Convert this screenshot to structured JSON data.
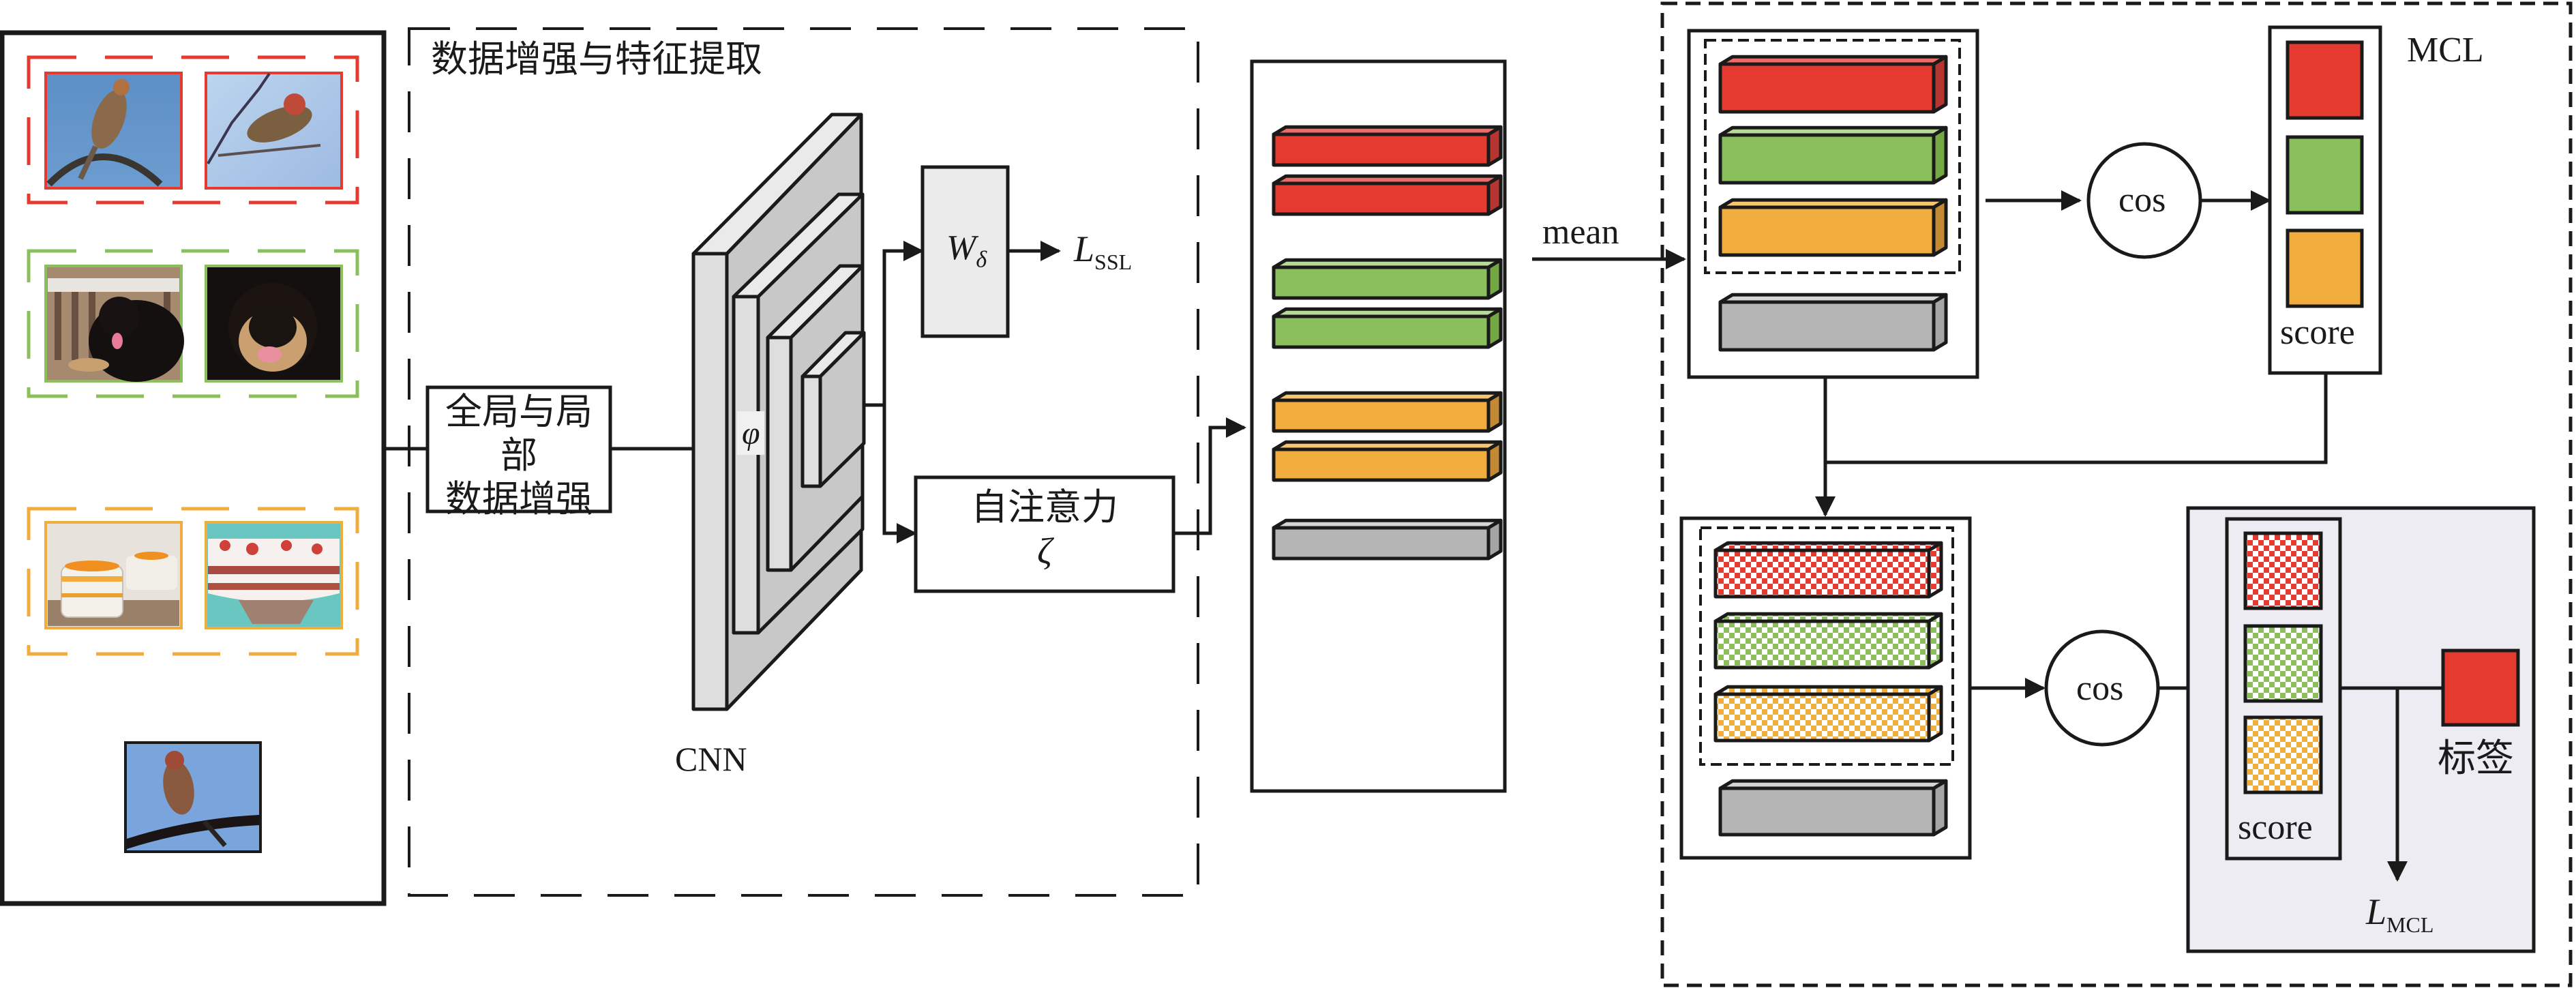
{
  "section_titles": {
    "augment_extract": "数据增强与特征提取",
    "mcl": "MCL"
  },
  "input_panel": {
    "groups": [
      {
        "name": "bird-pair",
        "color": "#E53A30",
        "images": [
          "bird-on-branch-arch",
          "bird-on-twig"
        ]
      },
      {
        "name": "dog-pair",
        "color": "#8BBF5C",
        "images": [
          "dog-lying",
          "dog-face"
        ]
      },
      {
        "name": "dessert-pair",
        "color": "#F0AC3C",
        "images": [
          "dessert-cups",
          "trifle-cake"
        ]
      }
    ],
    "query_image": "bird-on-wire"
  },
  "augment_box": {
    "line1": "全局与局部",
    "line2": "数据增强"
  },
  "cnn": {
    "label": "CNN",
    "symbol": "φ"
  },
  "projection": {
    "symbol": "W",
    "subscript": "δ",
    "loss": "L",
    "loss_sub": "SSL"
  },
  "attention": {
    "label": "自注意力",
    "symbol": "ζ"
  },
  "mean_label": "mean",
  "cos_top": "cos",
  "cos_bottom": "cos",
  "score_top": "score",
  "score_bottom": "score",
  "label_text": "标签",
  "mcl_loss": {
    "symbol": "L",
    "sub": "MCL"
  },
  "colors": {
    "red": "#E53A30",
    "red_top": "#EE6B67",
    "red_side": "#B73530",
    "green": "#8BBF5C",
    "green_top": "#B7D99A",
    "green_side": "#74A844",
    "orange": "#F0AC3C",
    "orange_top": "#F6C671",
    "orange_side": "#C48A33",
    "gray": "#B5B5B5",
    "gray_top": "#D5D5D5",
    "gray_side": "#A5A5A5",
    "panel_bg": "#ECECF2",
    "cnn_face": "#C8C8C8",
    "cnn_front": "#DEDEDE",
    "cnn_top": "#EAEAEA",
    "stroke": "#1a1a1a"
  }
}
